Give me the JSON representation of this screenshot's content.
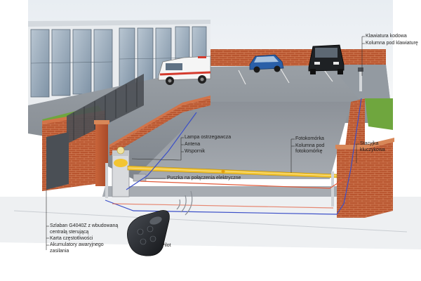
{
  "labels": {
    "keypad": "Klawiatura kodowa",
    "keypad_column": "Kolumna pod klawiaturę",
    "warning_lamp": "Lampa ostrzegawcza",
    "antenna": "Antena",
    "bracket": "Wspornik",
    "photocell": "Fotokomórka",
    "photocell_column_1": "Kolumna pod",
    "photocell_column_2": "fotokomórkę",
    "key_switch_1": "Stacyjka",
    "key_switch_2": "kluczykowa",
    "junction_box": "Puszka na połączenia elektryczne",
    "barrier_1": "Szlaban G4040Z z wbudowaną",
    "barrier_2": "centralą sterującą",
    "frequency_card": "Karta częstotliwości",
    "batteries_1": "Akumulatory awaryjnego",
    "batteries_2": "zasilania",
    "remote": "Pilot"
  },
  "colors": {
    "asphalt": "#8e9299",
    "brick": "#b8552f",
    "barrier_yellow": "#f3c531",
    "cable_blue": "#3b4fc8",
    "cable_red": "#e25a3a",
    "grass": "#6fa63e"
  },
  "icons": [
    "van-icon",
    "blue-car-icon",
    "dark-car-icon",
    "remote-control-icon",
    "signal-waves-icon"
  ]
}
